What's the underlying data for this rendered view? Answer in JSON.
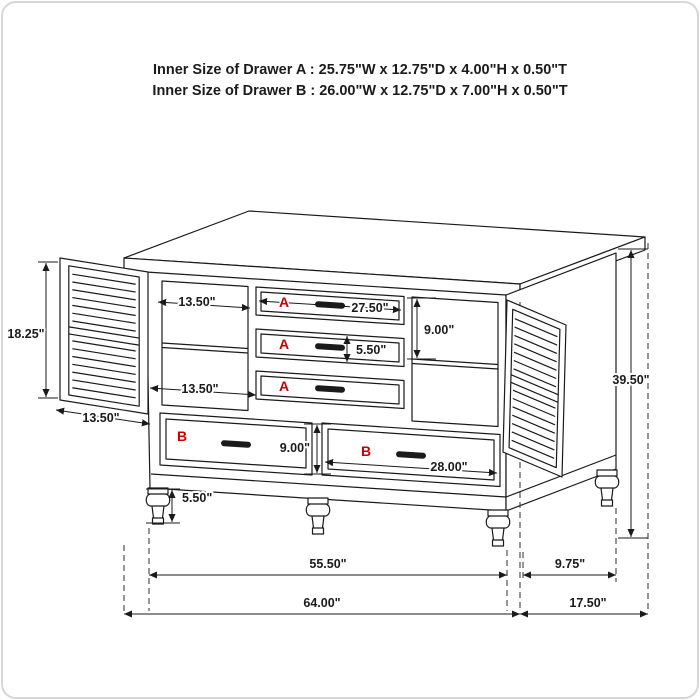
{
  "header": {
    "line1": "Inner Size of Drawer A : 25.75\"W x 12.75\"D x 4.00\"H x 0.50\"T",
    "line2": "Inner Size of Drawer B : 26.00\"W x 12.75\"D x 7.00\"H x 0.50\"T"
  },
  "dims": {
    "door_height": "18.25\"",
    "upper_shelf_width": "13.50\"",
    "lower_shelf_width": "13.50\"",
    "door_width": "13.50\"",
    "drawer_a_width": "27.50\"",
    "drawer_a_front_height": "5.50\"",
    "compartment_height": "9.00\"",
    "drawer_b_height": "9.00\"",
    "drawer_b_width": "28.00\"",
    "overall_height": "39.50\"",
    "leg_height": "5.50\"",
    "front_feet_span": "55.50\"",
    "side_feet_span": "9.75\"",
    "overall_width": "64.00\"",
    "overall_depth": "17.50\""
  },
  "markers": {
    "drawer_a": "A",
    "drawer_b": "B"
  },
  "colors": {
    "ink": "#1a1a1a",
    "red": "#cc0000",
    "border": "#d6d6d6"
  }
}
